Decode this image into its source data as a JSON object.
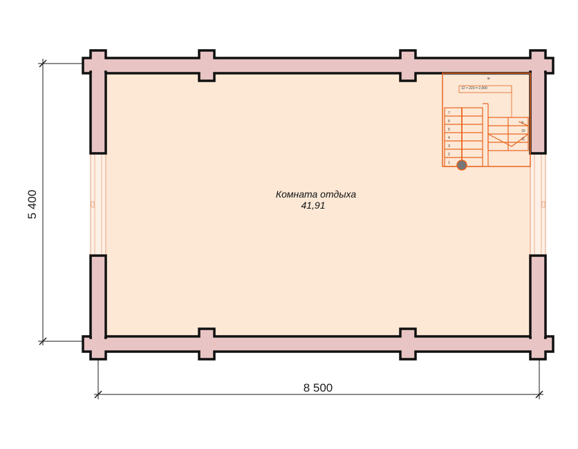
{
  "room": {
    "name": "Комната отдыха",
    "area": "41,91"
  },
  "dimensions": {
    "width": "8 500",
    "height": "5 400"
  },
  "stair": {
    "label": "12 × 223 = 2,000",
    "top_mark": "м",
    "steps_left": [
      "7",
      "6",
      "5",
      "4",
      "3",
      "2",
      "1"
    ],
    "steps_right": [
      "9",
      "10",
      "11"
    ]
  },
  "colors": {
    "wall_fill": "#e8c4c4",
    "wall_stroke": "#111111",
    "floor_fill": "#fde8d6",
    "stair": "#e8641e",
    "dimension": "#1a1a1a"
  }
}
